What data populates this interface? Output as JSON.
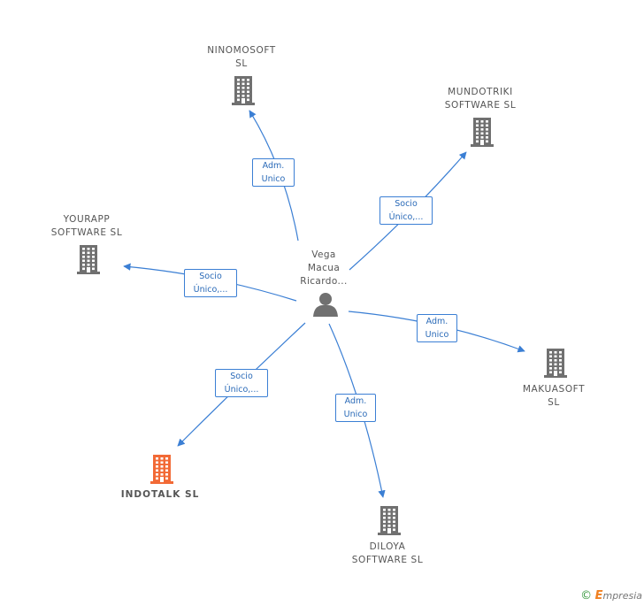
{
  "center": {
    "lines": [
      "Vega",
      "Macua",
      "Ricardo..."
    ],
    "icon": "person-icon"
  },
  "companies": [
    {
      "id": "ninomosoft",
      "lines": [
        "NINOMOSOFT",
        "SL"
      ],
      "icon": "building-icon",
      "color": "#707070"
    },
    {
      "id": "mundotriki",
      "lines": [
        "MUNDOTRIKI",
        "SOFTWARE SL"
      ],
      "icon": "building-icon",
      "color": "#707070"
    },
    {
      "id": "yourapp",
      "lines": [
        "YOURAPP",
        "SOFTWARE SL"
      ],
      "icon": "building-icon",
      "color": "#707070"
    },
    {
      "id": "makuasoft",
      "lines": [
        "MAKUASOFT",
        "SL"
      ],
      "icon": "building-icon",
      "color": "#707070"
    },
    {
      "id": "indotalk",
      "lines": [
        "INDOTALK SL"
      ],
      "icon": "building-icon",
      "color": "#f26a36"
    },
    {
      "id": "diloya",
      "lines": [
        "DILOYA",
        "SOFTWARE SL"
      ],
      "icon": "building-icon",
      "color": "#707070"
    }
  ],
  "edges": [
    {
      "target": "ninomosoft",
      "lines": [
        "Adm.",
        "Unico"
      ]
    },
    {
      "target": "mundotriki",
      "lines": [
        "Socio",
        "Único,..."
      ]
    },
    {
      "target": "yourapp",
      "lines": [
        "Socio",
        "Único,..."
      ]
    },
    {
      "target": "makuasoft",
      "lines": [
        "Adm.",
        "Unico"
      ]
    },
    {
      "target": "indotalk",
      "lines": [
        "Socio",
        "Único,..."
      ]
    },
    {
      "target": "diloya",
      "lines": [
        "Adm.",
        "Unico"
      ]
    }
  ],
  "colors": {
    "edge": "#3b7fd4",
    "building": "#707070",
    "highlight": "#f26a36",
    "person": "#707070"
  },
  "footer": {
    "copyright": "©",
    "brand_initial": "E",
    "brand_rest": "mpresia"
  }
}
